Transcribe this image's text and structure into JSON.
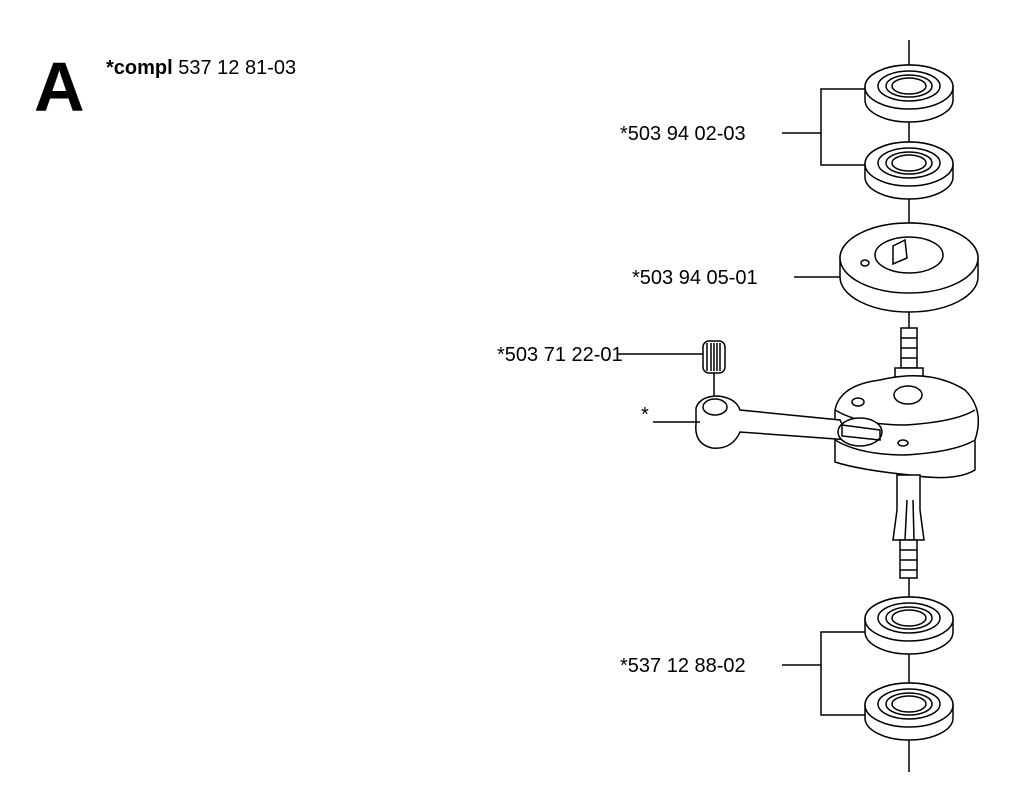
{
  "header": {
    "section_letter": "A",
    "prefix": "*compl",
    "part_number": "537 12 81-03"
  },
  "callouts": {
    "bearing_top": "*503 94 02-03",
    "thrust_washer": "*503 94 05-01",
    "needle_bearing": "*503 71 22-01",
    "connecting_rod": "*",
    "bearing_bottom": "*537 12 88-02"
  }
}
